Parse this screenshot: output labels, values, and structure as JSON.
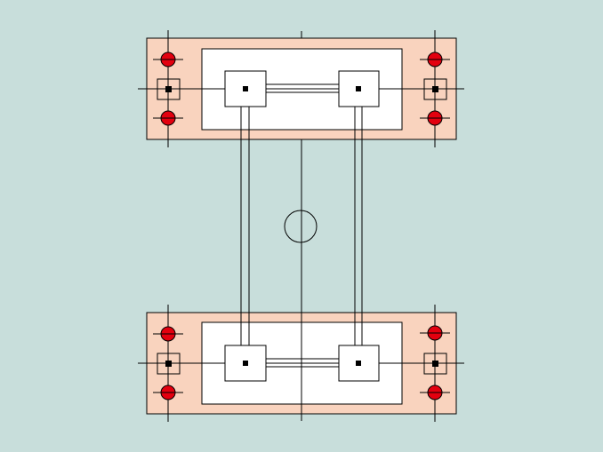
{
  "diagram": {
    "kind": "symmetric two-pad layout with connecting rails",
    "colors": {
      "background": "#c8dedb",
      "pad_fill": "#f9d3be",
      "inner_fill": "#ffffff",
      "stroke": "#000000",
      "marker_fill": "#e3000f",
      "terminal_fill": "#000000"
    },
    "pads": [
      {
        "id": "top-pad",
        "markers_per_side": 2,
        "terminals": 2
      },
      {
        "id": "bottom-pad",
        "markers_per_side": 2,
        "terminals": 2
      }
    ],
    "rails": {
      "vertical_pairs": 2,
      "horizontal_pairs_per_pad": 1
    },
    "center_symbol": "circle"
  }
}
